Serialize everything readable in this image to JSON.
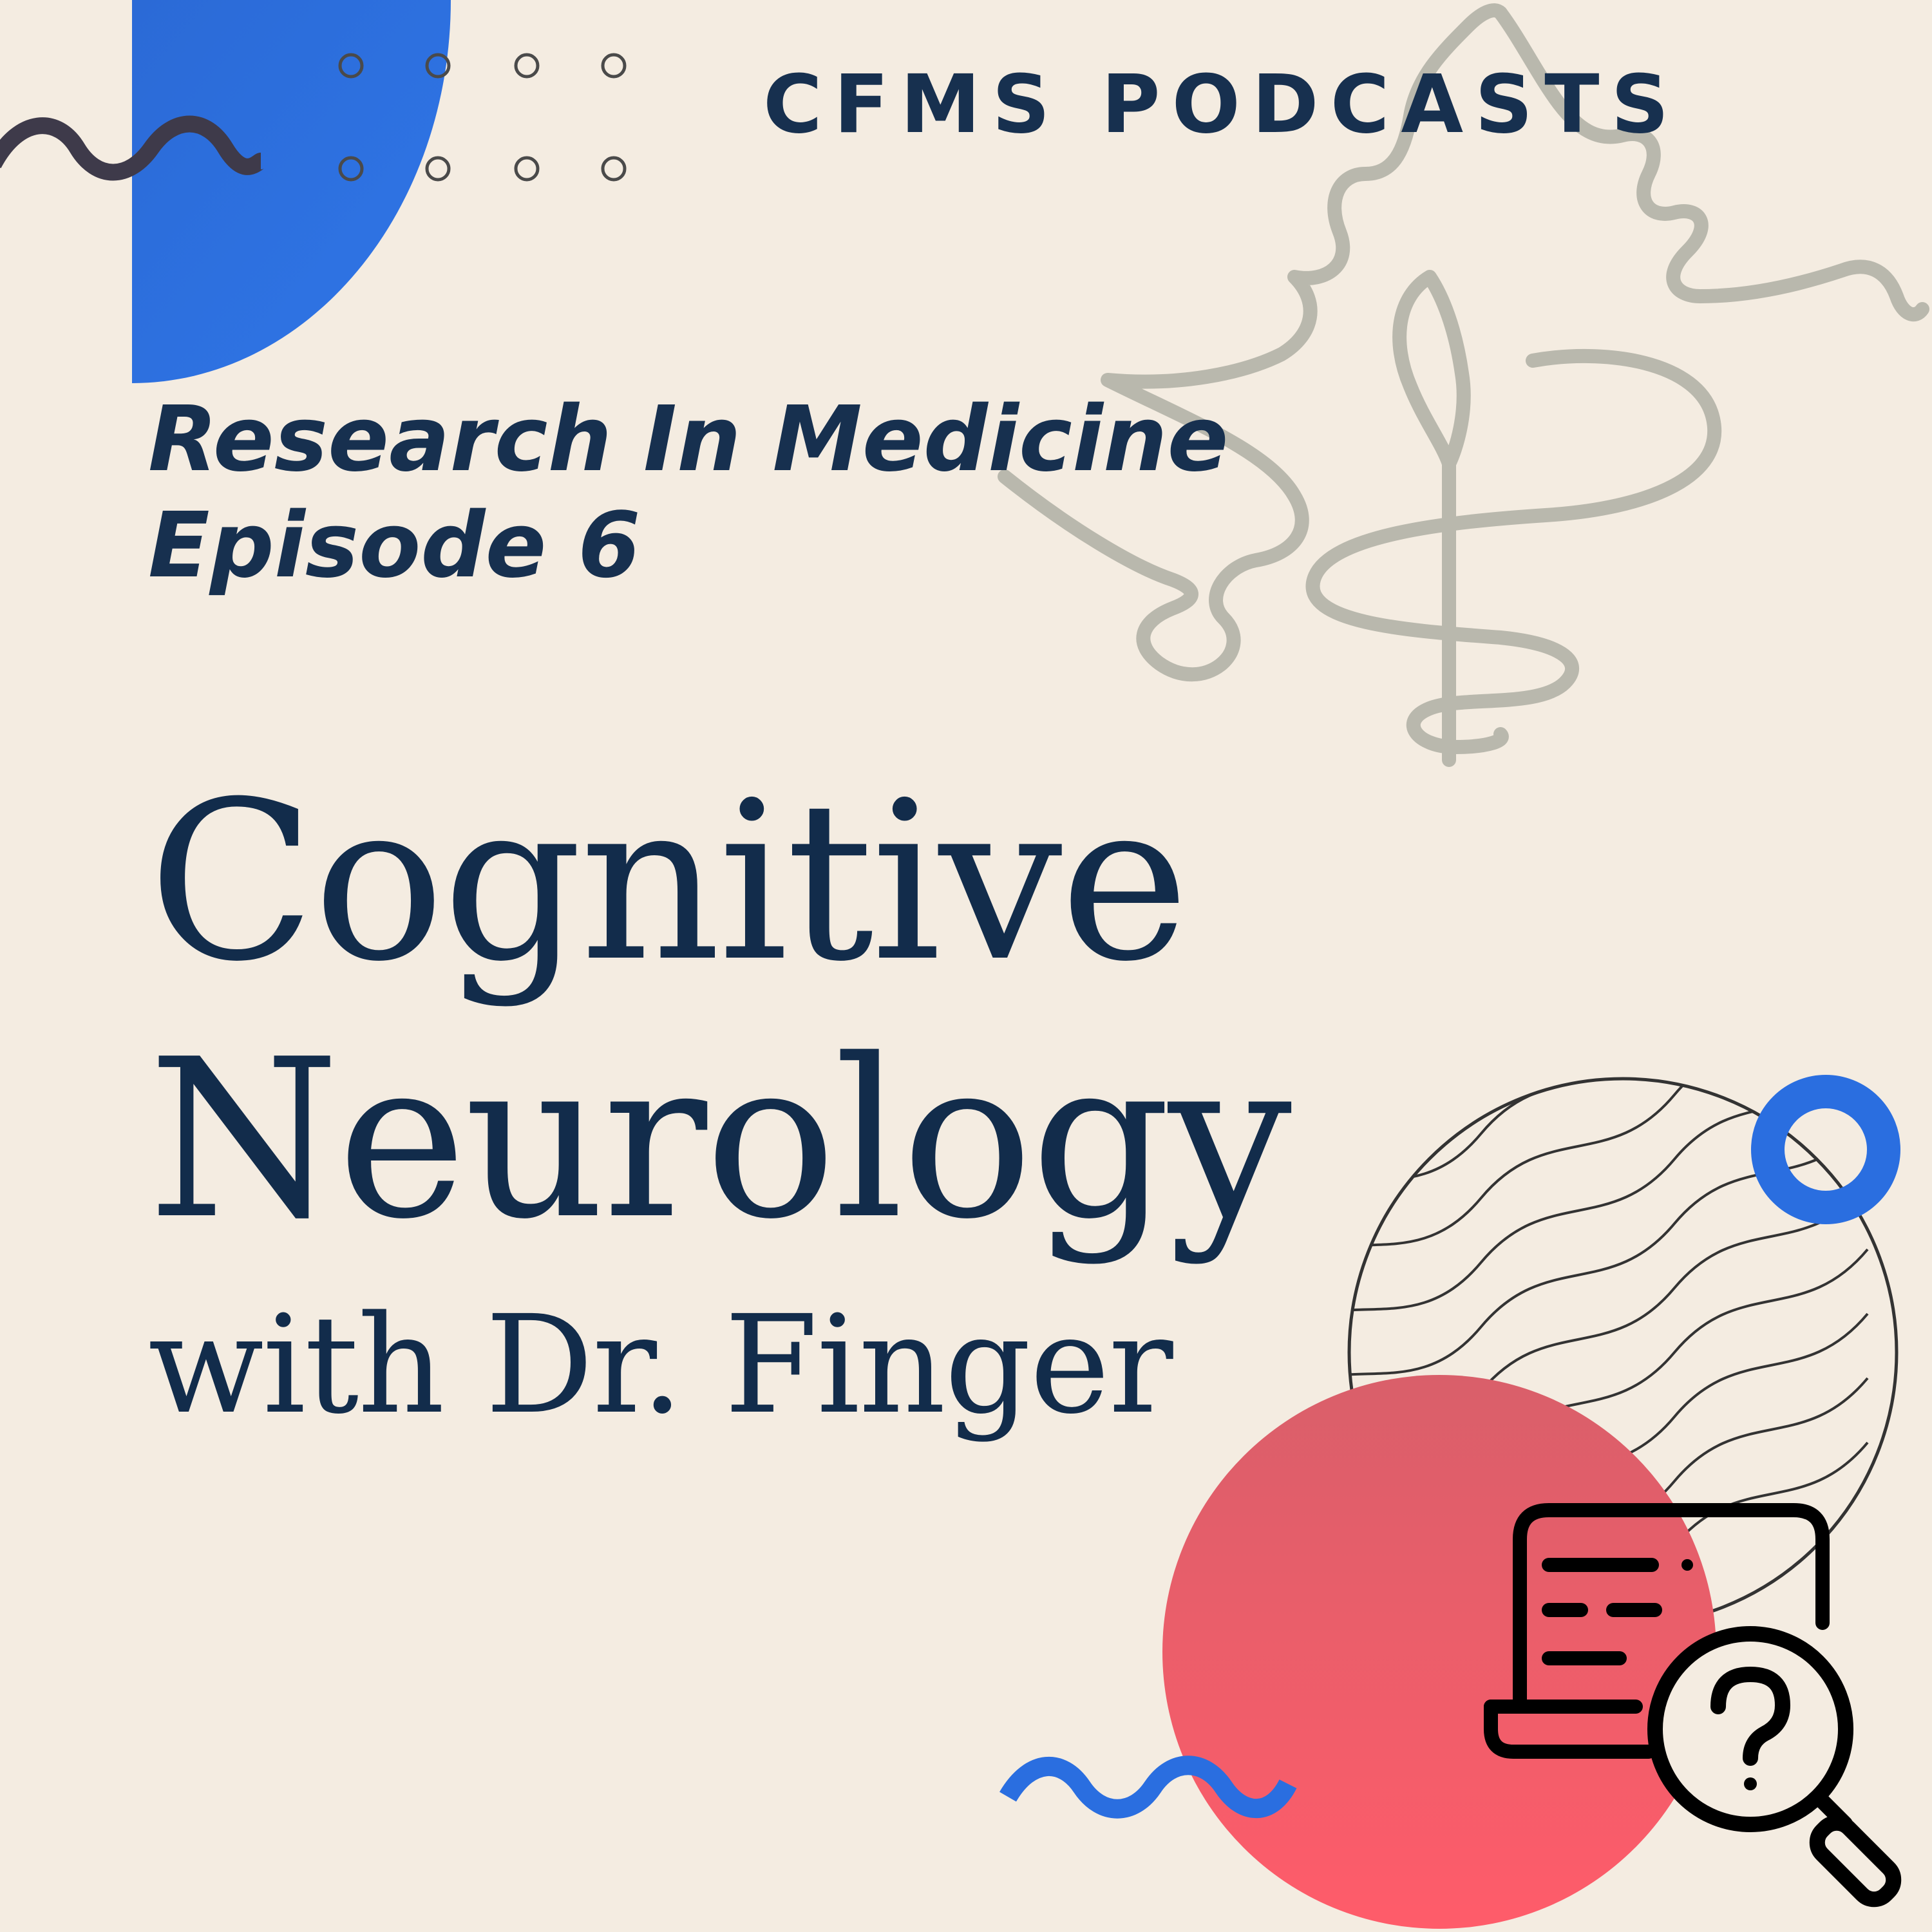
{
  "podcast": {
    "name": "CFMS PODCASTS"
  },
  "series": {
    "title": "Research In Medicine",
    "episode": "Episode 6"
  },
  "episode": {
    "title_line1": "Cognitive",
    "title_line2": "Neurology",
    "guest": "with Dr. Finger"
  },
  "icons": {
    "caduceus": "caduceus-icon",
    "laptop_search": "laptop-question-search-icon",
    "magnifier": "magnifier-question-icon"
  },
  "colors": {
    "background": "#f4ece1",
    "navy": "#17304f",
    "blue": "#2a6ee0",
    "coral": "#f05b66",
    "gray_line": "#b9b8ad"
  }
}
